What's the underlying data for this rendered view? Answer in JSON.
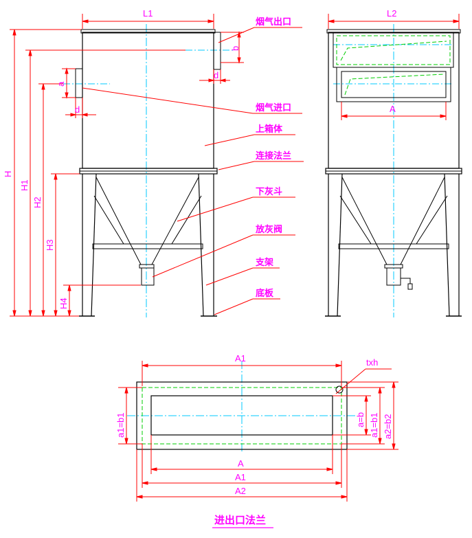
{
  "dimensions": {
    "L1": "L1",
    "L2": "L2",
    "b": "b",
    "d": "d",
    "a": "a",
    "H": "H",
    "H1": "H1",
    "H2": "H2",
    "H3": "H3",
    "H4": "H4",
    "A": "A",
    "A1": "A1",
    "A2": "A2",
    "txh": "txh",
    "a1b1": "a1=b1",
    "ab": "a=b",
    "a2b2": "a2=b2"
  },
  "notes": {
    "outlet": "烟气出口",
    "inlet": "烟气进口",
    "upper_box": "上箱体",
    "connect_flange": "连接法兰",
    "lower_hopper": "下灰斗",
    "ash_valve": "放灰阀",
    "support": "支架",
    "base_plate": "底板"
  },
  "flange_title": "进出口法兰",
  "colors": {
    "outline": "#000000",
    "dimension": "#ff0000",
    "text": "#ff00ff",
    "centerline": "#00c8ff",
    "hidden": "#00cc00"
  }
}
